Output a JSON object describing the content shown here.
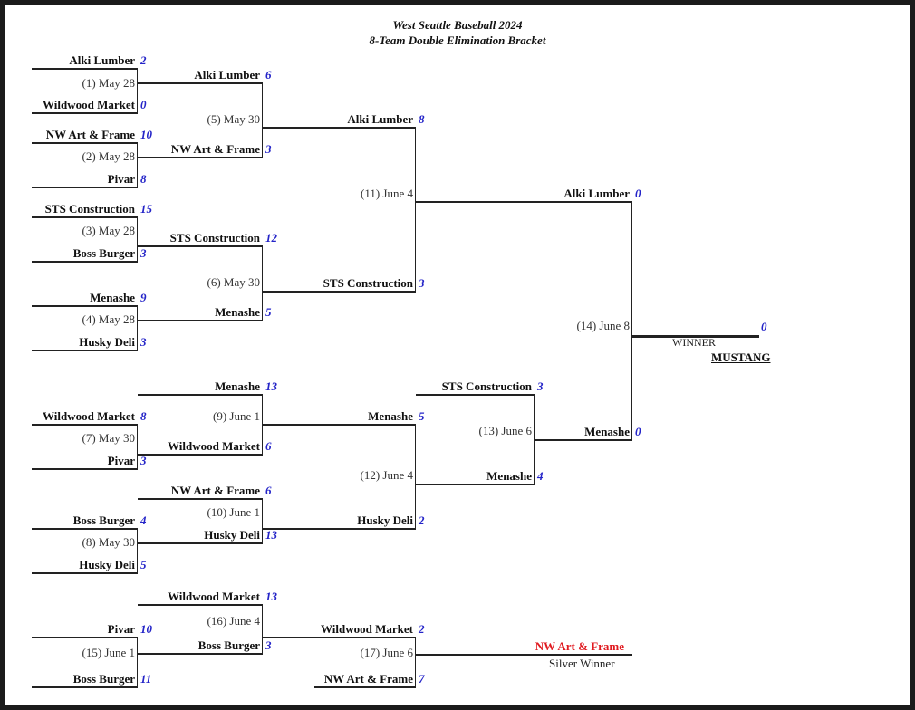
{
  "header": {
    "title": "West Seattle Baseball 2024",
    "subtitle": "8-Team Double Elimination Bracket"
  },
  "colors": {
    "score": "#2424c8",
    "silver_winner": "#e0191f",
    "line": "#222222"
  },
  "slots": [
    {
      "team": "Alki Lumber",
      "score": "2"
    },
    {
      "team": "Wildwood Market",
      "score": "0"
    },
    {
      "team": "NW Art & Frame",
      "score": "10"
    },
    {
      "team": "Pivar",
      "score": "8"
    },
    {
      "team": "STS Construction",
      "score": "15"
    },
    {
      "team": "Boss Burger",
      "score": "3"
    },
    {
      "team": "Menashe",
      "score": "9"
    },
    {
      "team": "Husky Deli",
      "score": "3"
    },
    {
      "team": "Alki Lumber",
      "score": "6"
    },
    {
      "team": "NW Art & Frame",
      "score": "3"
    },
    {
      "team": "STS Construction",
      "score": "12"
    },
    {
      "team": "Menashe",
      "score": "5"
    },
    {
      "team": "Alki Lumber",
      "score": "8"
    },
    {
      "team": "STS Construction",
      "score": "3"
    },
    {
      "team": "Alki Lumber",
      "score": "0"
    },
    {
      "team": "Menashe",
      "score": "0"
    },
    {
      "team": "Menashe",
      "score": "13"
    },
    {
      "team": "Wildwood Market",
      "score": "8"
    },
    {
      "team": "Pivar",
      "score": "3"
    },
    {
      "team": "Wildwood Market",
      "score": "6"
    },
    {
      "team": "Menashe",
      "score": "5"
    },
    {
      "team": "NW Art & Frame",
      "score": "6"
    },
    {
      "team": "Boss Burger",
      "score": "4"
    },
    {
      "team": "Husky Deli",
      "score": "5"
    },
    {
      "team": "Husky Deli",
      "score": "13"
    },
    {
      "team": "Husky Deli",
      "score": "2"
    },
    {
      "team": "STS Construction",
      "score": "3"
    },
    {
      "team": "Menashe",
      "score": "4"
    },
    {
      "team": "Wildwood Market",
      "score": "13"
    },
    {
      "team": "Pivar",
      "score": "10"
    },
    {
      "team": "Boss Burger",
      "score": "11"
    },
    {
      "team": "Boss Burger",
      "score": "3"
    },
    {
      "team": "Wildwood Market",
      "score": "2"
    },
    {
      "team": "NW Art & Frame",
      "score": "7"
    }
  ],
  "games": [
    {
      "label": "(1) May 28"
    },
    {
      "label": "(2) May 28"
    },
    {
      "label": "(3) May 28"
    },
    {
      "label": "(4) May 28"
    },
    {
      "label": "(5) May 30"
    },
    {
      "label": "(6) May 30"
    },
    {
      "label": "(11) June 4"
    },
    {
      "label": "(14) June 8"
    },
    {
      "label": "(7) May 30"
    },
    {
      "label": "(9) June 1"
    },
    {
      "label": "(8) May 30"
    },
    {
      "label": "(10) June 1"
    },
    {
      "label": "(12) June 4"
    },
    {
      "label": "(13) June 6"
    },
    {
      "label": "(15) June 1"
    },
    {
      "label": "(16) June 4"
    },
    {
      "label": "(17) June 6"
    }
  ],
  "final": {
    "score": "0",
    "winner_label": "WINNER",
    "winner_name": "MUSTANG"
  },
  "silver": {
    "winner_name": "NW Art & Frame",
    "label": "Silver Winner"
  }
}
